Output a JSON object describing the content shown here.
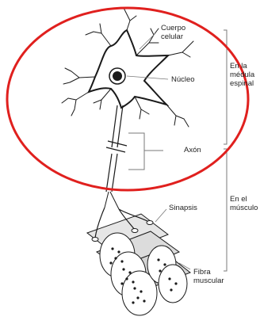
{
  "labels": {
    "cell_body": "Cuerpo\ncelular",
    "nucleus": "Núcleo",
    "axon": "Axón",
    "synapse": "Sinapsis",
    "muscle_fiber": "Fibra\nmuscular"
  },
  "regions": {
    "spinal_cord": "En la\nmédula\nespinal",
    "muscle": "En el\nmúsculo"
  },
  "colors": {
    "highlight_circle": "#e0201e",
    "ink": "#1a1a1a",
    "bracket": "#7a7a7a"
  }
}
